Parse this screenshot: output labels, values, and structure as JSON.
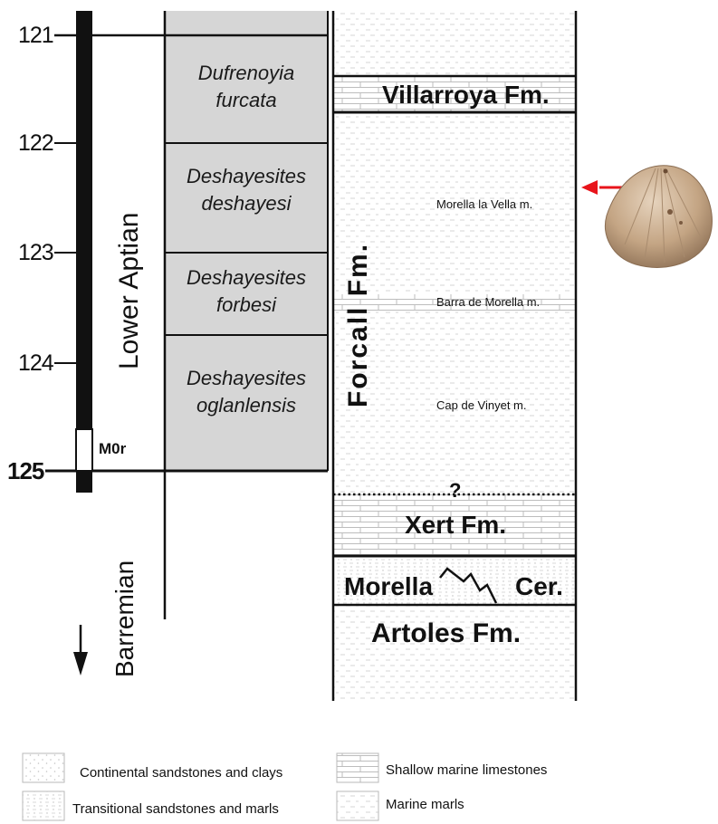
{
  "age_axis": {
    "ticks": [
      "121",
      "122",
      "123",
      "124",
      "125"
    ]
  },
  "chrono_labels": {
    "lower_aptian": "Lower Aptian",
    "barremian": "Barremian",
    "polarity_chron": "M0r"
  },
  "ammonite_zones": [
    {
      "line1": "Dufrenoyia",
      "line2": "furcata"
    },
    {
      "line1": "Deshayesites",
      "line2": "deshayesi"
    },
    {
      "line1": "Deshayesites",
      "line2": "forbesi"
    },
    {
      "line1": "Deshayesites",
      "line2": "oglanlensis"
    }
  ],
  "formations": {
    "villarroya": "Villarroya Fm.",
    "forcall": "Forcall Fm.",
    "xert": "Xert Fm.",
    "morella": "Morella",
    "cer": "Cer.",
    "artoles": "Artoles Fm.",
    "uncertain_boundary": "?"
  },
  "members": {
    "morella_la_vella": "Morella la Vella m.",
    "barra_de_morella": "Barra de Morella m.",
    "cap_de_vinyet": "Cap de Vinyet m."
  },
  "legend": {
    "continental": "Continental sandstones and clays",
    "transitional": "Transitional sandstones and marls",
    "shallow_limestone": "Shallow marine limestones",
    "marine_marls": "Marine marls"
  },
  "colors": {
    "zone_fill": "#d6d6d6",
    "arrow_red": "#e8141b",
    "shell": "#c9ab8a"
  },
  "icons": {
    "sample_marker": "red-arrow-icon",
    "fossil": "bivalve-shell-image",
    "time_direction": "down-arrow-icon"
  }
}
